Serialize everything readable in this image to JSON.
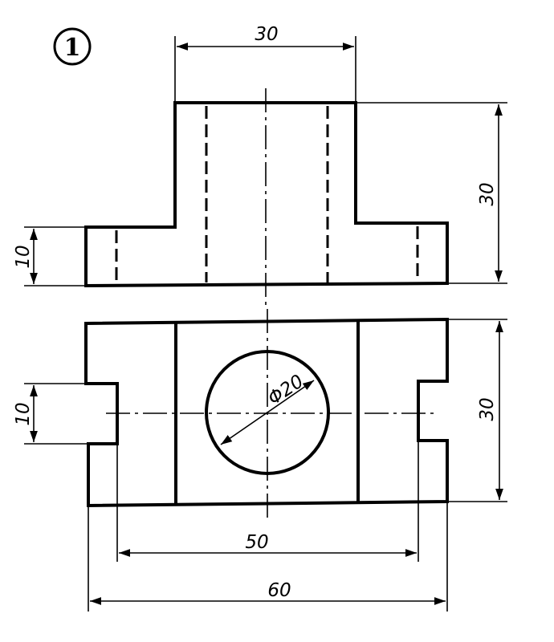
{
  "badge": {
    "label": "1"
  },
  "front_view": {
    "dims": {
      "top_width": "30",
      "height": "30",
      "base_height": "10"
    }
  },
  "top_view": {
    "hole_diameter": "Φ20",
    "dims": {
      "slot_width": "10",
      "depth": "30",
      "inner_length": "50",
      "overall_length": "60"
    }
  },
  "colors": {
    "ink": "#000000",
    "paper": "#ffffff"
  }
}
